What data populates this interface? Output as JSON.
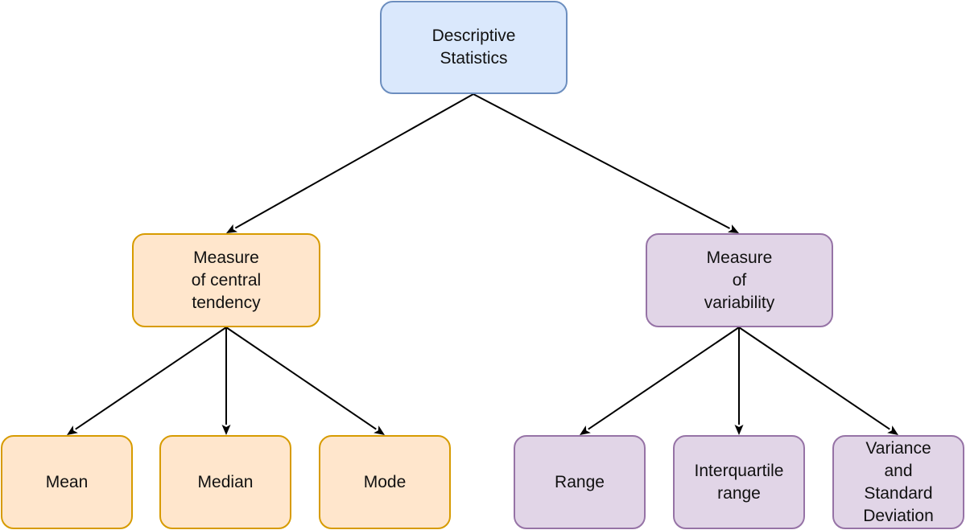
{
  "diagram": {
    "nodes": [
      {
        "id": "root",
        "label": "Descriptive\nStatistics",
        "color": "#dae8fc",
        "border": "#6c8ebf"
      },
      {
        "id": "central",
        "label": "Measure\nof central\ntendency",
        "color": "#ffe6cc",
        "border": "#d79b00"
      },
      {
        "id": "variability",
        "label": "Measure\nof\nvariability",
        "color": "#e1d5e7",
        "border": "#9673a6"
      },
      {
        "id": "mean",
        "label": "Mean",
        "color": "#ffe6cc",
        "border": "#d79b00"
      },
      {
        "id": "median",
        "label": "Median",
        "color": "#ffe6cc",
        "border": "#d79b00"
      },
      {
        "id": "mode",
        "label": "Mode",
        "color": "#ffe6cc",
        "border": "#d79b00"
      },
      {
        "id": "range",
        "label": "Range",
        "color": "#e1d5e7",
        "border": "#9673a6"
      },
      {
        "id": "iqr",
        "label": "Interquartile\nrange",
        "color": "#e1d5e7",
        "border": "#9673a6"
      },
      {
        "id": "variance",
        "label": "Variance\nand\nStandard\nDeviation",
        "color": "#e1d5e7",
        "border": "#9673a6"
      }
    ],
    "edges": [
      {
        "from": "root",
        "to": "central"
      },
      {
        "from": "root",
        "to": "variability"
      },
      {
        "from": "central",
        "to": "mean"
      },
      {
        "from": "central",
        "to": "median"
      },
      {
        "from": "central",
        "to": "mode"
      },
      {
        "from": "variability",
        "to": "range"
      },
      {
        "from": "variability",
        "to": "iqr"
      },
      {
        "from": "variability",
        "to": "variance"
      }
    ],
    "edge_color": "#000000"
  }
}
